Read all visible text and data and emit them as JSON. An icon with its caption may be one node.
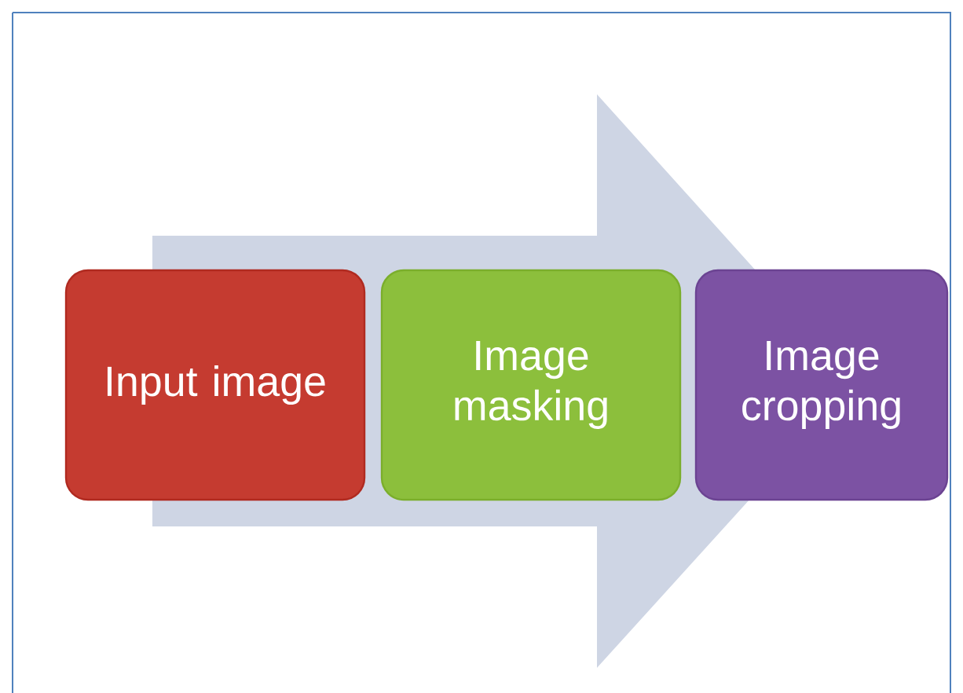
{
  "diagram": {
    "nodes": [
      {
        "text": [
          "Input image"
        ]
      },
      {
        "text": [
          "Image masking"
        ]
      },
      {
        "text": [
          "Image cropping"
        ]
      }
    ],
    "edges": [
      {
        "from": 0,
        "to": 2,
        "arrow": "to"
      }
    ]
  }
}
